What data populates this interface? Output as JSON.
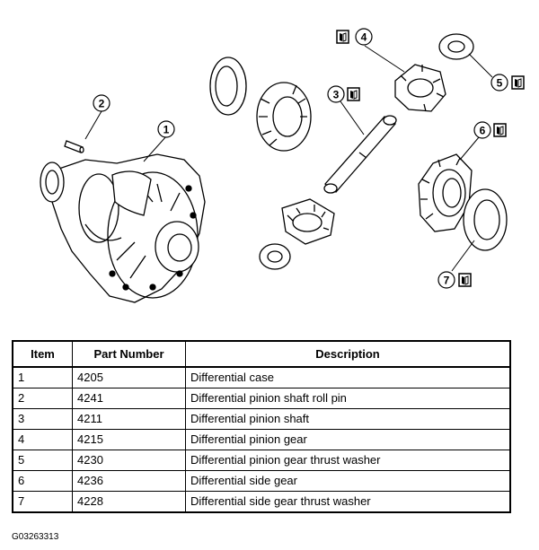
{
  "diagram": {
    "callouts": [
      {
        "number": "1",
        "icon": "none"
      },
      {
        "number": "2",
        "icon": "none"
      },
      {
        "number": "3",
        "icon": "service-manual-icon"
      },
      {
        "number": "4",
        "icon": "service-manual-icon"
      },
      {
        "number": "5",
        "icon": "service-manual-icon"
      },
      {
        "number": "6",
        "icon": "service-manual-icon"
      },
      {
        "number": "7",
        "icon": "service-manual-icon"
      }
    ]
  },
  "table": {
    "headers": [
      "Item",
      "Part Number",
      "Description"
    ],
    "rows": [
      {
        "item": "1",
        "part_number": "4205",
        "description": "Differential case"
      },
      {
        "item": "2",
        "part_number": "4241",
        "description": "Differential pinion shaft roll pin"
      },
      {
        "item": "3",
        "part_number": "4211",
        "description": "Differential pinion shaft"
      },
      {
        "item": "4",
        "part_number": "4215",
        "description": "Differential pinion gear"
      },
      {
        "item": "5",
        "part_number": "4230",
        "description": "Differential pinion gear thrust washer"
      },
      {
        "item": "6",
        "part_number": "4236",
        "description": "Differential side gear"
      },
      {
        "item": "7",
        "part_number": "4228",
        "description": "Differential side gear thrust washer"
      }
    ]
  },
  "figure_id": "G03263313"
}
